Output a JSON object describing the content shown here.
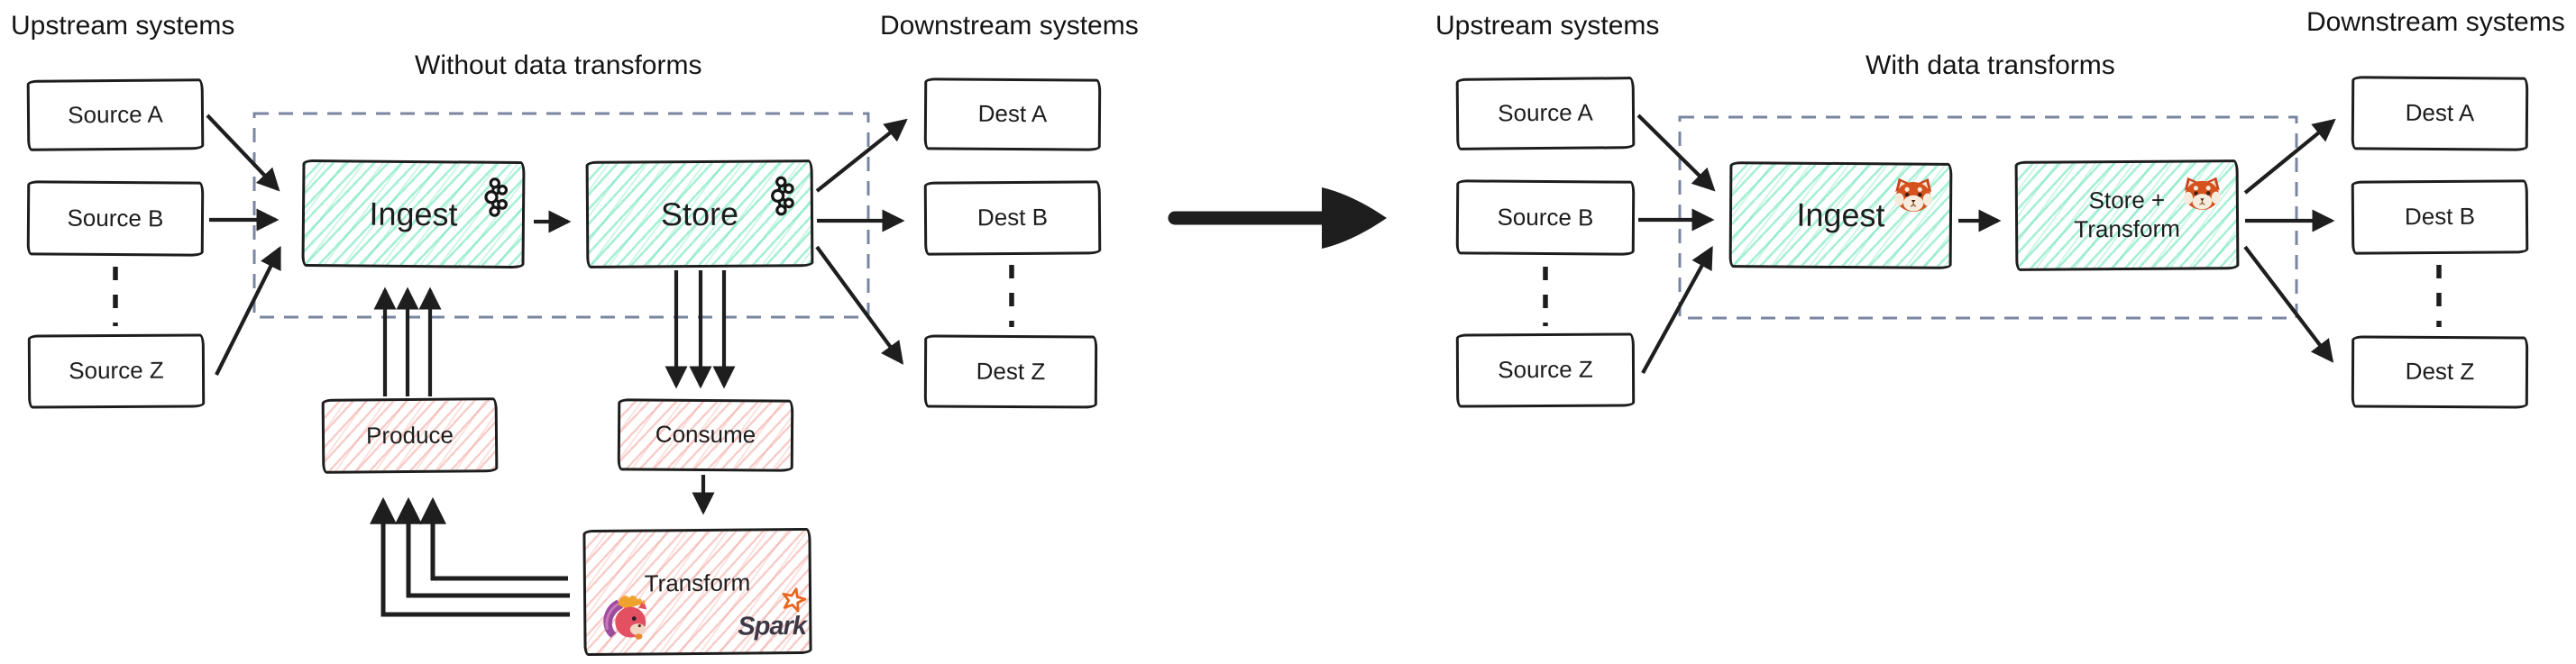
{
  "diagram": {
    "left": {
      "upstream_label": "Upstream systems",
      "title": "Without data transforms",
      "downstream_label": "Downstream systems",
      "sources": [
        "Source A",
        "Source B",
        "Source Z"
      ],
      "dests": [
        "Dest A",
        "Dest B",
        "Dest Z"
      ],
      "ingest_label": "Ingest",
      "store_label": "Store",
      "produce_label": "Produce",
      "consume_label": "Consume",
      "transform_label": "Transform",
      "spark_wordmark": "Spark"
    },
    "right": {
      "upstream_label": "Upstream systems",
      "title": "With data transforms",
      "downstream_label": "Downstream systems",
      "sources": [
        "Source A",
        "Source B",
        "Source Z"
      ],
      "dests": [
        "Dest A",
        "Dest B",
        "Dest Z"
      ],
      "ingest_label": "Ingest",
      "store_transform_label": "Store + Transform"
    },
    "icons": {
      "kafka": "kafka-logo",
      "flink": "flink-squirrel-logo",
      "spark": "spark-star-logo",
      "redpanda": "redpanda-face-logo"
    },
    "colors": {
      "stroke": "#1d1d1d",
      "teal_hatch": "#5fe3b1",
      "pink_hatch": "#f29a92",
      "dashed_box": "#7a86a0",
      "spark_orange": "#e8661f",
      "spark_text": "#3d3844"
    }
  }
}
